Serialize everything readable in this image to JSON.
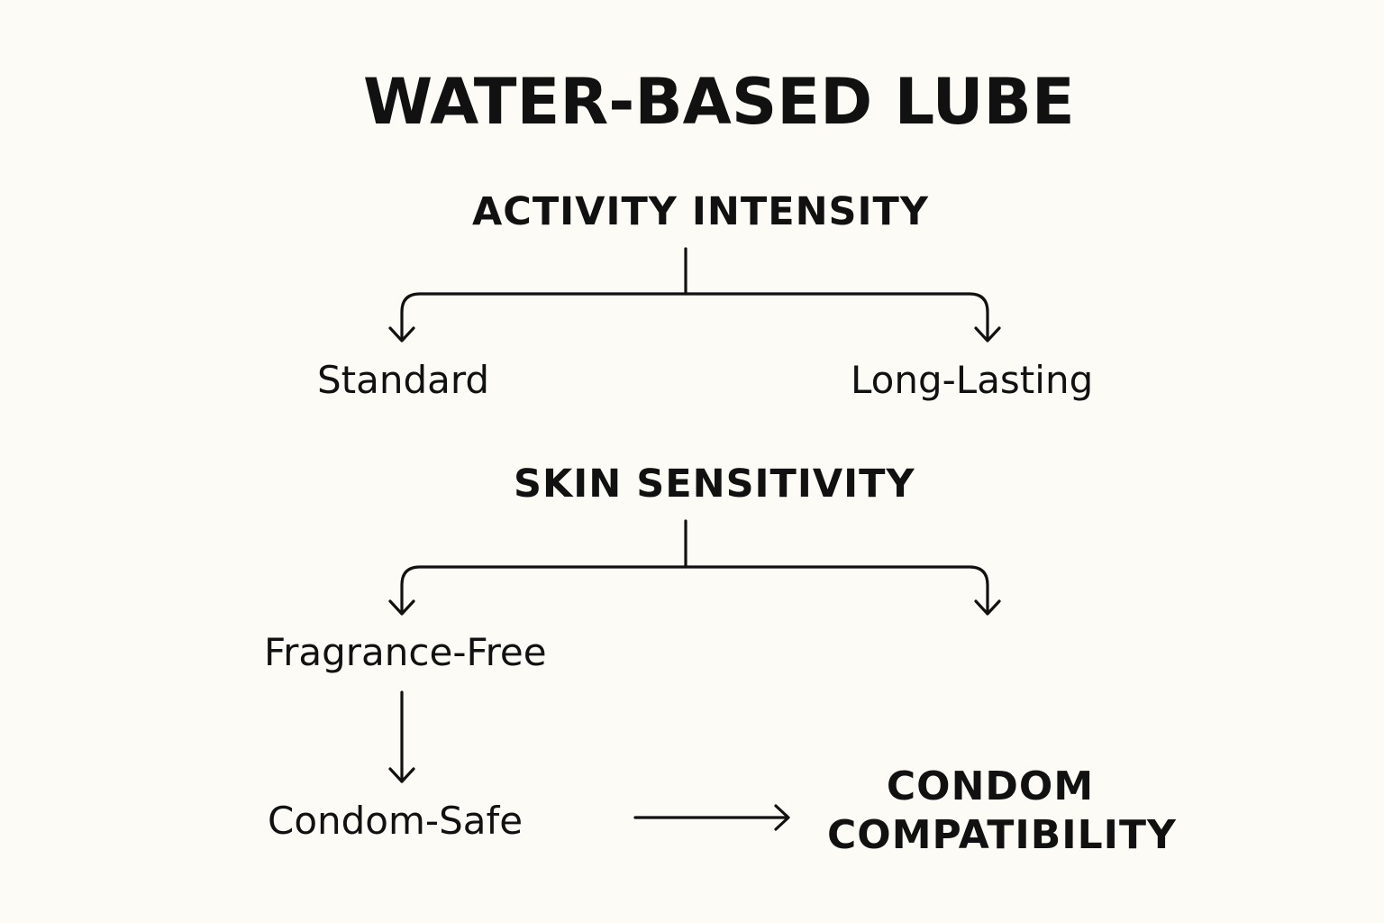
{
  "title": "WATER-BASED LUBE",
  "activity": {
    "heading": "ACTIVITY INTENSITY",
    "options": [
      "Standard",
      "Long-Lasting"
    ]
  },
  "skin": {
    "heading": "SKIN SENSITIVITY",
    "options": [
      "Fragrance-Free"
    ]
  },
  "condom": {
    "option": "Condom-Safe",
    "result_line1": "CONDOM",
    "result_line2": "COMPATIBILITY"
  },
  "colors": {
    "background": "#fcfbf6",
    "ink": "#111111"
  }
}
